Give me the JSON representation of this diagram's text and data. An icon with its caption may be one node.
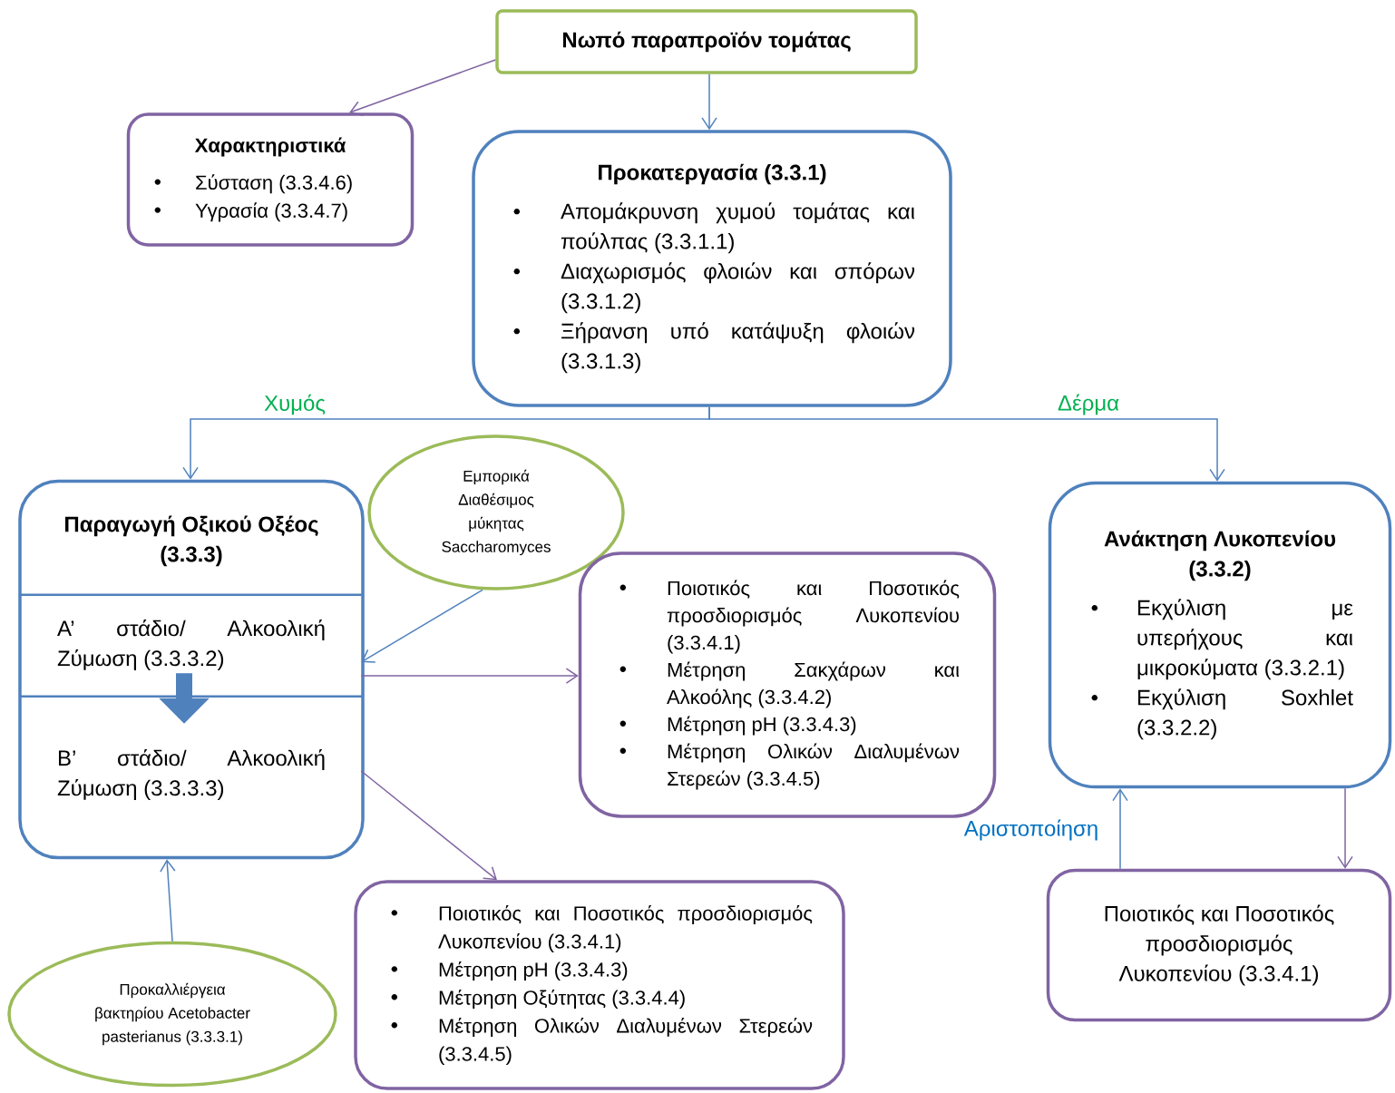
{
  "diagram": {
    "nodes": [
      {
        "text": [
          "Νωπό παραπροϊόν τομάτας"
        ]
      },
      {
        "text": [
          "Χαρακτηριστικά",
          "Σύσταση (3.3.4.6)",
          "Υγρασία (3.3.4.7)"
        ]
      },
      {
        "text": [
          "Προκατεργασία (3.3.1)",
          "Απομάκρυνση χυμού τομάτας και πούλπας (3.3.1.1)",
          "Διαχωρισμός φλοιών και σπόρων (3.3.1.2)",
          "Ξήρανση υπό κατάψυξη φλοιών (3.3.1.3)"
        ]
      },
      {
        "text": [
          "Παραγωγή Οξικού Οξέος (3.3.3)"
        ]
      },
      {
        "text": [
          "Α’ στάδιο/ Αλκοολική Ζύμωση (3.3.3.2)"
        ],
        "in": 3
      },
      {
        "text": [
          "Β’ στάδιο/ Αλκοολική Ζύμωση (3.3.3.3)"
        ],
        "in": 3
      },
      {
        "text": [
          "Εμπορικά Διαθέσιμος μύκητας Saccharomyces"
        ]
      },
      {
        "text": [
          "Ποιοτικός και Ποσοτικός προσδιορισμός Λυκοπενίου (3.3.4.1)",
          "Μέτρηση Σακχάρων και Αλκοόλης (3.3.4.2)",
          "Μέτρηση pH (3.3.4.3)",
          "Μέτρηση Ολικών Διαλυμένων Στερεών (3.3.4.5)"
        ]
      },
      {
        "text": [
          "Ανάκτηση Λυκοπενίου (3.3.2)",
          "Εκχύλιση με υπερήχους και μικροκύματα (3.3.2.1)",
          "Εκχύλιση Soxhlet (3.3.2.2)"
        ]
      },
      {
        "text": [
          "Ποιοτικός και Ποσοτικός προσδιορισμός Λυκοπενίου (3.3.4.1)",
          "Μέτρηση pH (3.3.4.3)",
          "Μέτρηση Οξύτητας (3.3.4.4)",
          "Μέτρηση Ολικών Διαλυμένων Στερεών (3.3.4.5)"
        ]
      },
      {
        "text": [
          "Προκαλλιέργεια βακτηρίου Acetobacter pasterianus (3.3.3.1)"
        ]
      },
      {
        "text": [
          "Ποιοτικός και Ποσοτικός προσδιορισμός Λυκοπενίου (3.3.4.1)"
        ]
      }
    ],
    "edges": [
      {
        "from": 0,
        "to": 1,
        "arrow": "to",
        "color": "#8064a2"
      },
      {
        "from": 0,
        "to": 2,
        "arrow": "to"
      },
      {
        "from": 2,
        "to": 3,
        "arrow": "to",
        "label": "Χυμός"
      },
      {
        "from": 2,
        "to": 8,
        "arrow": "to",
        "label": "Δέρμα"
      },
      {
        "from": 6,
        "to": 4,
        "arrow": "to"
      },
      {
        "from": 4,
        "to": 7,
        "arrow": "to",
        "color": "#8064a2"
      },
      {
        "from": 5,
        "to": 9,
        "arrow": "to",
        "color": "#8064a2"
      },
      {
        "from": 10,
        "to": 3,
        "arrow": "to"
      },
      {
        "from": 11,
        "to": 8,
        "arrow": "to",
        "label": "Αριστοποίηση"
      },
      {
        "from": 8,
        "to": 11,
        "arrow": "to",
        "color": "#8064a2"
      },
      {
        "from": 4,
        "to": 5,
        "arrow": "to",
        "style": "thick"
      }
    ]
  }
}
